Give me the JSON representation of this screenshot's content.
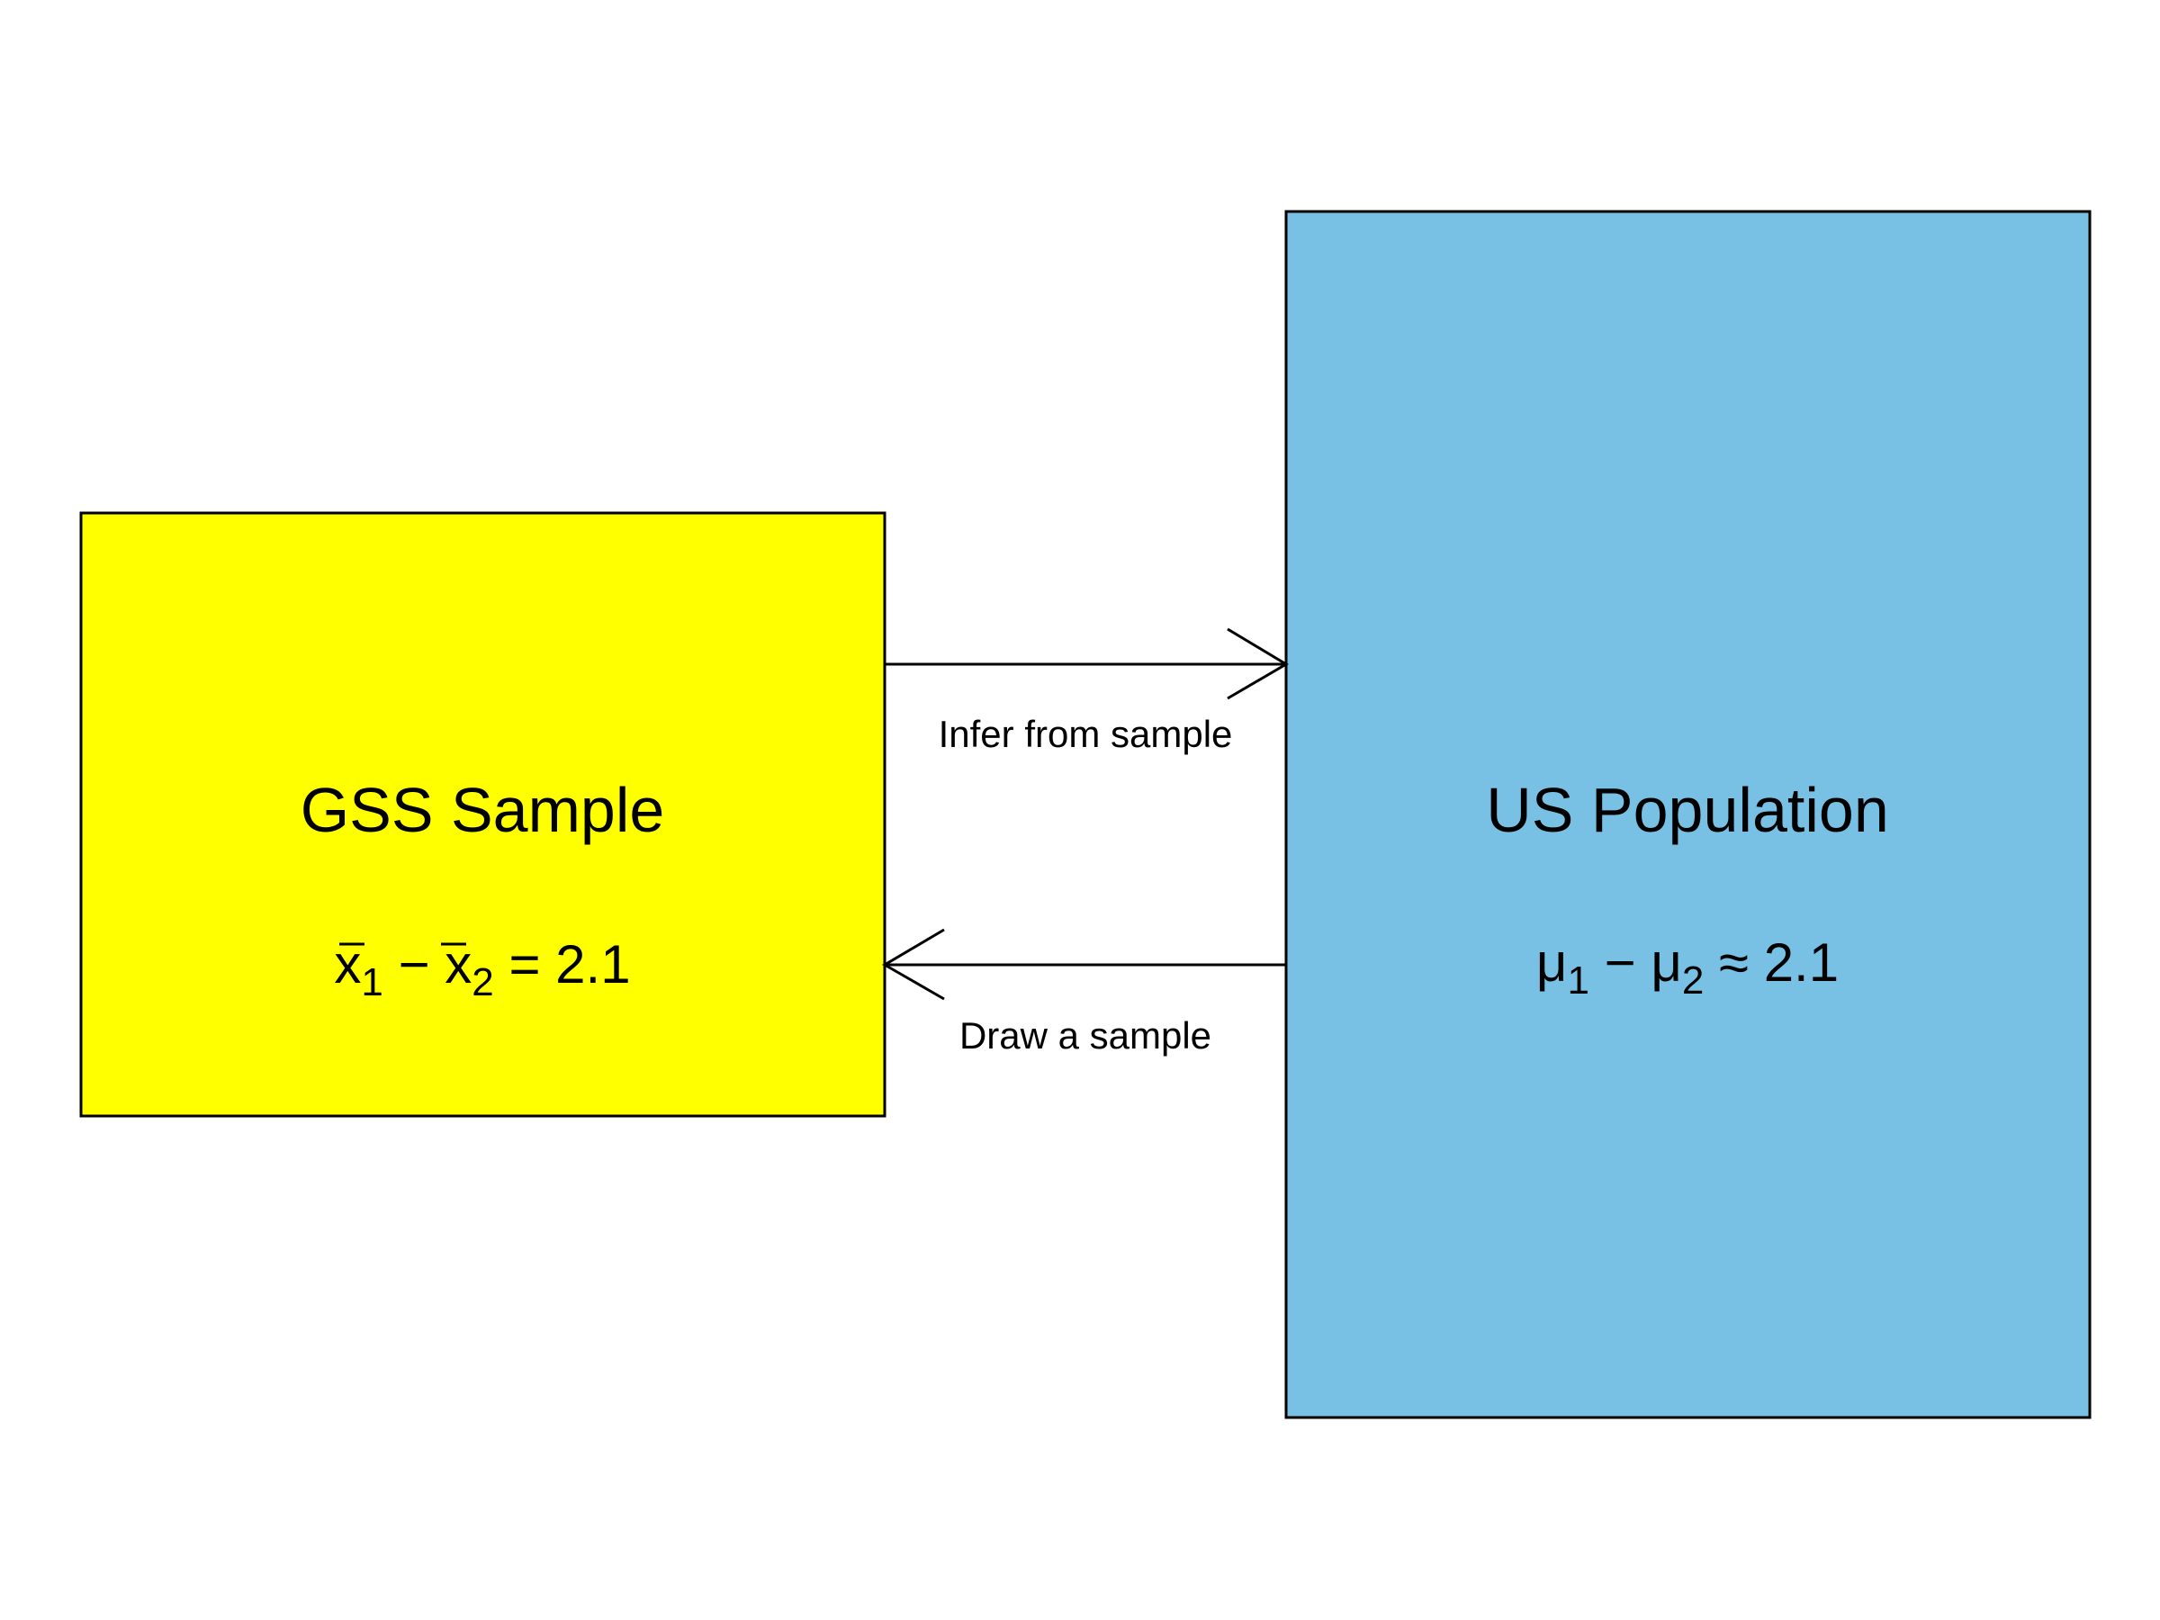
{
  "colors": {
    "sample_box": "#FFFF00",
    "population_box": "#78C1E5",
    "stroke": "#000000",
    "background": "#FFFFFF"
  },
  "sample_box": {
    "title": "GSS Sample",
    "formula": {
      "term1_base": "x",
      "term1_sub": "1",
      "op": "−",
      "term2_base": "x",
      "term2_sub": "2",
      "rel": "=",
      "value": "2.1"
    }
  },
  "population_box": {
    "title": "US Population",
    "formula": {
      "term1_base": "μ",
      "term1_sub": "1",
      "op": "−",
      "term2_base": "μ",
      "term2_sub": "2",
      "rel": "≈",
      "value": "2.1"
    }
  },
  "arrows": {
    "infer": {
      "label": "Infer from sample",
      "direction": "right"
    },
    "draw": {
      "label": "Draw a sample",
      "direction": "left"
    }
  }
}
